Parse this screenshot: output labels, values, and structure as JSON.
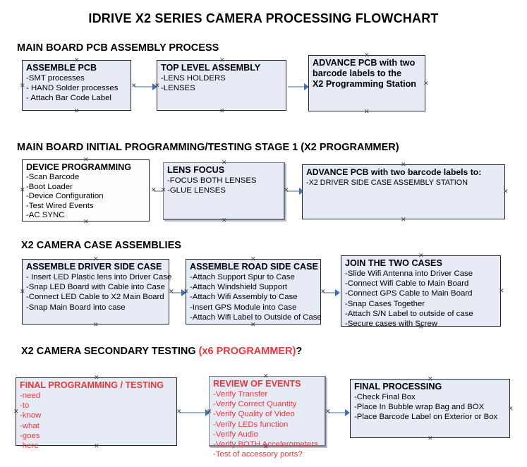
{
  "document": {
    "title": "IDRIVE X2  SERIES CAMERA PROCESSING FLOWCHART"
  },
  "sections": [
    {
      "id": "pcb-assembly",
      "heading": "MAIN BOARD PCB ASSEMBLY PROCESS"
    },
    {
      "id": "initial-programming",
      "heading": "MAIN BOARD INITIAL PROGRAMMING/TESTING STAGE 1 (X2 PROGRAMMER)"
    },
    {
      "id": "case-assemblies",
      "heading": "X2 CAMERA CASE ASSEMBLIES"
    },
    {
      "id": "secondary-testing",
      "heading": "X2 CAMERA SECONDARY TESTING ",
      "heading_accent": "(x6 PROGRAMMER)",
      "heading_tail": "?"
    }
  ],
  "boxes": {
    "assemble_pcb": {
      "title": "ASSEMBLE PCB",
      "lines": [
        "-SMT processes",
        "- HAND Solder processes",
        "- Attach Bar Code Label"
      ]
    },
    "top_level_assembly": {
      "title": "TOP LEVEL ASSEMBLY",
      "lines": [
        "-LENS HOLDERS",
        "-LENSES"
      ]
    },
    "advance_pcb_station": {
      "title": "ADVANCE PCB with two",
      "line2": "barcode labels to the",
      "line3": " X2 Programming Station"
    },
    "device_programming": {
      "title": "DEVICE PROGRAMMING",
      "lines": [
        "-Scan Barcode",
        "-Boot Loader",
        "-Device Configuration",
        "-Test Wired Events",
        "-AC SYNC"
      ]
    },
    "lens_focus": {
      "title": "LENS FOCUS",
      "lines": [
        "-FOCUS BOTH LENSES",
        "-GLUE LENSES"
      ]
    },
    "advance_pcb_driver": {
      "title": "ADVANCE PCB with two barcode labels to:",
      "lines": [
        "-X2 DRIVER  SIDE  CASE  ASSEMBLY STATION"
      ]
    },
    "assemble_driver_side": {
      "title": "ASSEMBLE DRIVER SIDE CASE",
      "lines": [
        "- Insert LED Plastic lens into Driver Case",
        "-Snap LED Board with Cable into Case",
        "-Connect LED Cable to X2 Main Board",
        "-Snap Main Board into case"
      ]
    },
    "assemble_road_side": {
      "title": "ASSEMBLE ROAD SIDE CASE",
      "lines": [
        "-Attach Support Spur to Case",
        "-Attach Windshield Support",
        "-Attach Wifi Assembly to Case",
        "-Insert GPS Module into Case",
        "-Attach Wifi Label to Outside of Case"
      ]
    },
    "join_two_cases": {
      "title": "JOIN THE TWO CASES",
      "lines": [
        "-Slide Wifi Antenna into Driver Case",
        "-Connect Wifi Cable to Main Board",
        "-Connect GPS Cable to Main Board",
        "-Snap Cases Together",
        "-Attach S/N Label to outside of case",
        "-Secure cases with Screw"
      ]
    },
    "final_programming": {
      "title": "FINAL PROGRAMMING / TESTING",
      "lines": [
        "-need",
        "-to",
        "-know",
        "-what",
        "-goes",
        "-here"
      ]
    },
    "review_of_events": {
      "title": "REVIEW OF EVENTS",
      "lines": [
        "-Verify Transfer",
        "-Verify Correct Quantity",
        "-Verify Quality of Video",
        "-Verify LEDs function",
        "-Verify Audio",
        "-Verify BOTH Accelerometers",
        "-Test of accessory ports?"
      ]
    },
    "final_processing": {
      "title": "FINAL PROCESSING",
      "lines": [
        " -Check Final Box",
        "-Place In Bubble wrap Bag and BOX",
        "-Place Barcode Label on Exterior or Box"
      ]
    }
  },
  "colors": {
    "box_fill": "#e6ebf5",
    "box_border": "#23272b",
    "accent_red": "#e8383d",
    "connector": "#9fb4cf",
    "arrowhead": "#3f6fb5"
  },
  "handle_glyph": "✕"
}
